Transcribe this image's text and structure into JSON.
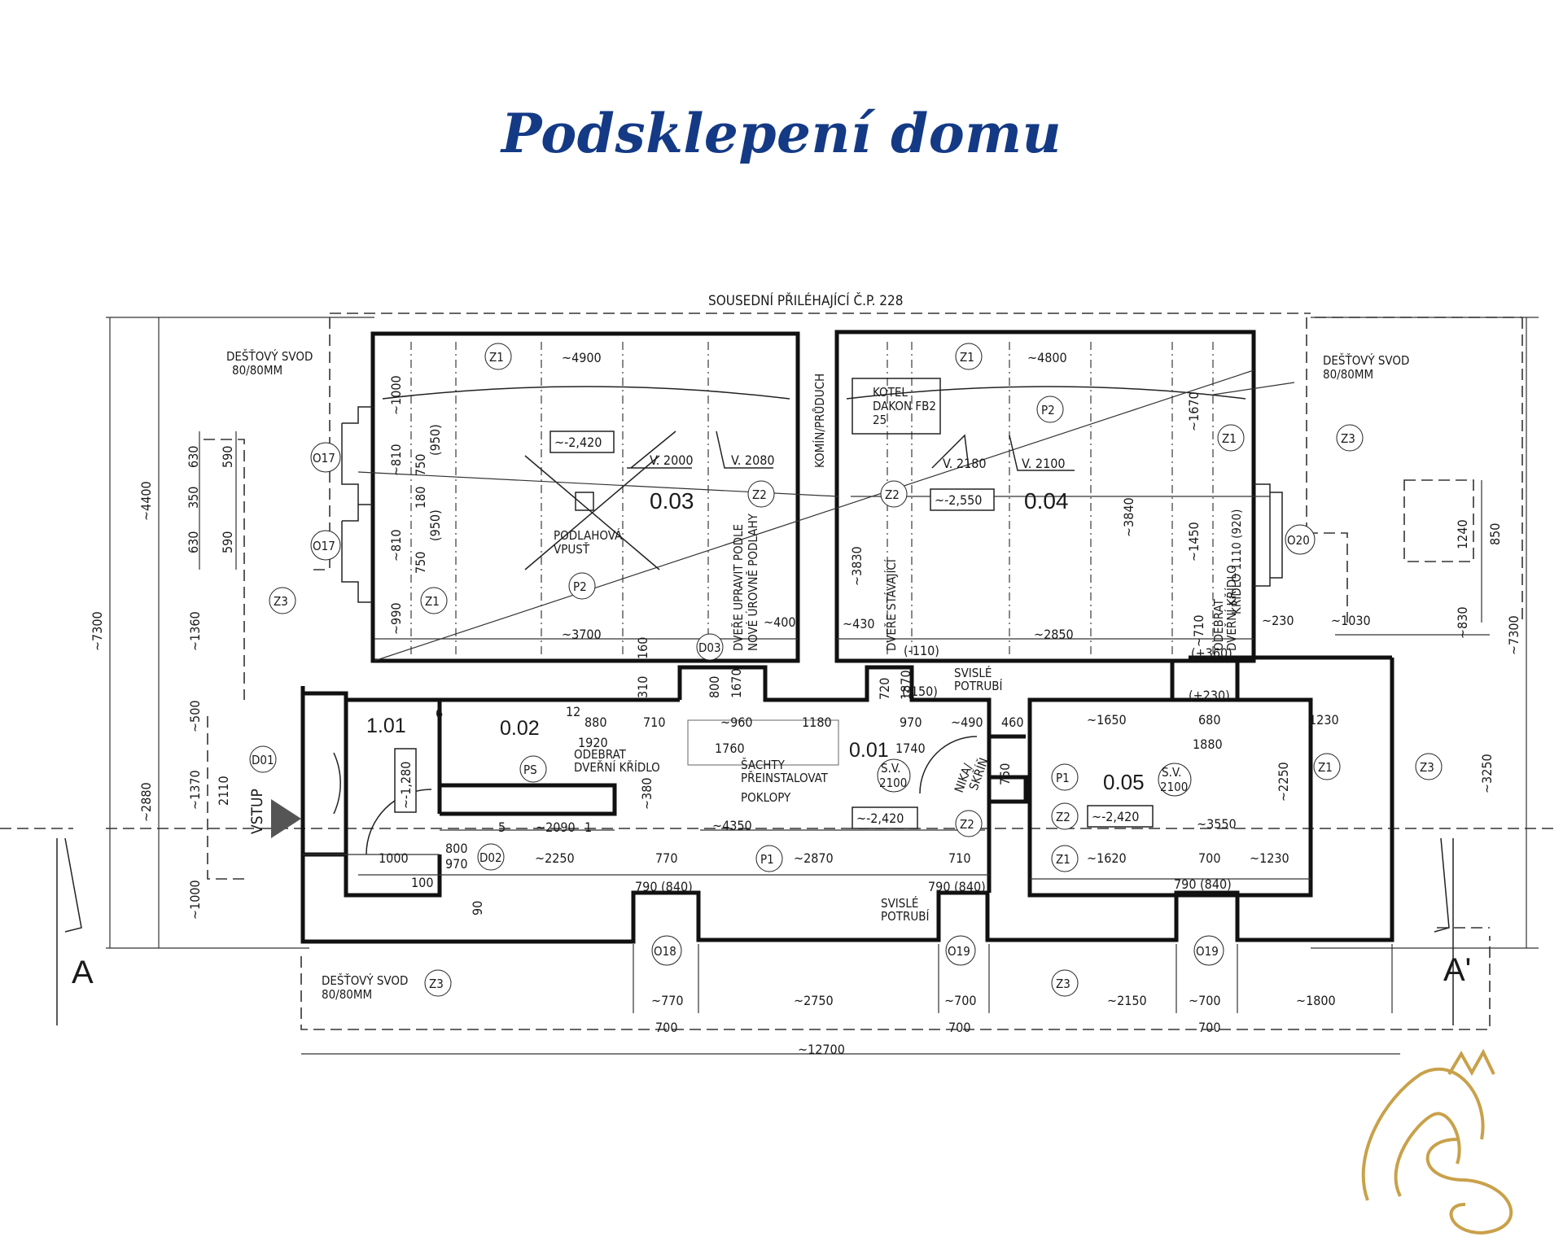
{
  "title": "Podsklepení domu",
  "header_label": "SOUSEDNÍ PŘILÉHAJÍCÍ Č.P. 228",
  "section_marks": {
    "left": "A",
    "right": "A'"
  },
  "downspouts": {
    "line1": "DEŠŤOVÝ SVOD",
    "line2": "80/80MM"
  },
  "rooms": {
    "r003": "0.03",
    "r004": "0.04",
    "r101": "1.01",
    "r002": "0.02",
    "r001": "0.01",
    "r005": "0.05"
  },
  "notes": {
    "komin": "KOMÍN/PRŮDUCH",
    "kotel1": "KOTEL",
    "kotel2": "DAKON FB2",
    "kotel3": "25",
    "vpust1": "PODLAHOVÁ",
    "vpust2": "VPUSŤ",
    "dvere1": "DVEŘE UPRAVIT PODLE",
    "dvere2": "NOVÉ ÚROVNĚ PODLAHY",
    "stavajici": "DVEŘE STÁVAJÍCÍ",
    "odebrat_r1": "ODEBRAT",
    "odebrat_r2": "DVEŘNÍ KŘÍDLO",
    "odebrat_v1": "ODEBRAT",
    "odebrat_v2": "DVEŘNÍ KŘÍDLO",
    "potrubi1": "SVISLÉ",
    "potrubi2": "POTRUBÍ",
    "sachty1": "ŠACHTY",
    "sachty2": "PŘEINSTALOVAT",
    "sachty3": "POKLOPY",
    "nika1": "NIKA/",
    "nika2": "SKŘÍŇ",
    "vstup": "VSTUP",
    "kridlo": "KŘÍDLO 1110 (920)"
  },
  "tags": {
    "z1": "Z1",
    "z2": "Z2",
    "z3": "Z3",
    "p1": "P1",
    "p2": "P2",
    "ps": "PS",
    "o17": "O17",
    "o18": "O18",
    "o19": "O19",
    "o20": "O20",
    "d01": "D01",
    "d02": "D02",
    "d03": "D03",
    "sv": "S.V.",
    "sv_h": "2100"
  },
  "levels": {
    "l003": "~-2,420",
    "l004": "~-2,550",
    "l001": "~-2,420",
    "l005": "~-2,420",
    "l101": "~-1,280"
  },
  "heights": {
    "v2000": "V. 2000",
    "v2080": "V. 2080",
    "v2180": "V. 2180",
    "v2100": "V. 2100"
  },
  "dims": {
    "d4900": "~4900",
    "d4800": "~4800",
    "d3700": "~3700",
    "d2850": "~2850",
    "d4400": "~4400",
    "d7300": "~7300",
    "d2880": "~2880",
    "d1360": "~1360",
    "d1370": "~1370",
    "d1000": "~1000",
    "d500": "~500",
    "d630a": "630",
    "d350": "350",
    "d630b": "630",
    "d590a": "590",
    "d590b": "590",
    "d1000r": "~1000",
    "d810a": "~810",
    "d810b": "~810",
    "d750a": "750",
    "d750b": "750",
    "d180": "180",
    "d950a": "(950)",
    "d950b": "(950)",
    "d990": "~990",
    "d160": "160",
    "d310": "310",
    "d800": "800",
    "d1670": "1670",
    "d400": "~400",
    "d430": "~430",
    "d3830": "~3830",
    "d110": "(-110)",
    "d150": "(-150)",
    "d720": "720",
    "d1870": "1870",
    "d1670r": "~1670",
    "d3840": "~3840",
    "d1450": "~1450",
    "d710": "~710",
    "d360": "(+360)",
    "d230": "~230",
    "d230b": "(+230)",
    "d1030": "~1030",
    "d830": "~830",
    "d1240": "1240",
    "d850": "850",
    "d7300r": "~7300",
    "d3250": "~3250",
    "d2250": "~2250",
    "d880": "880",
    "d1920": "1920",
    "d12": "12",
    "d6": "6",
    "d380": "~380",
    "d710b": "710",
    "d960": "~960",
    "d1180": "1180",
    "d970": "970",
    "d490": "~490",
    "d460": "460",
    "d1760": "1760",
    "d1740": "1740",
    "d4350": "~4350",
    "d2090": "~2090",
    "d5": "5",
    "d1": "1",
    "d2250b": "~2250",
    "d800b": "800",
    "d970b": "970",
    "d1000b": "1000",
    "d100": "100",
    "d770": "770",
    "d2870": "~2870",
    "d710c": "710",
    "d790a": "790 (840)",
    "d790b": "790 (840)",
    "d90": "90",
    "d1650": "~1650",
    "d680": "680",
    "d1230": "1230",
    "d1880": "1880",
    "d3550": "~3550",
    "d1620": "~1620",
    "d700": "700",
    "d1230b": "~1230",
    "d790c": "790 (840)",
    "d750r": "750",
    "d2110": "2110",
    "b770": "~770",
    "b2750": "~2750",
    "b700a": "~700",
    "b2150": "~2150",
    "b700b": "~700",
    "b1800": "~1800",
    "b700c": "700",
    "b700d": "700",
    "b700e": "700",
    "b12700": "~12700"
  }
}
